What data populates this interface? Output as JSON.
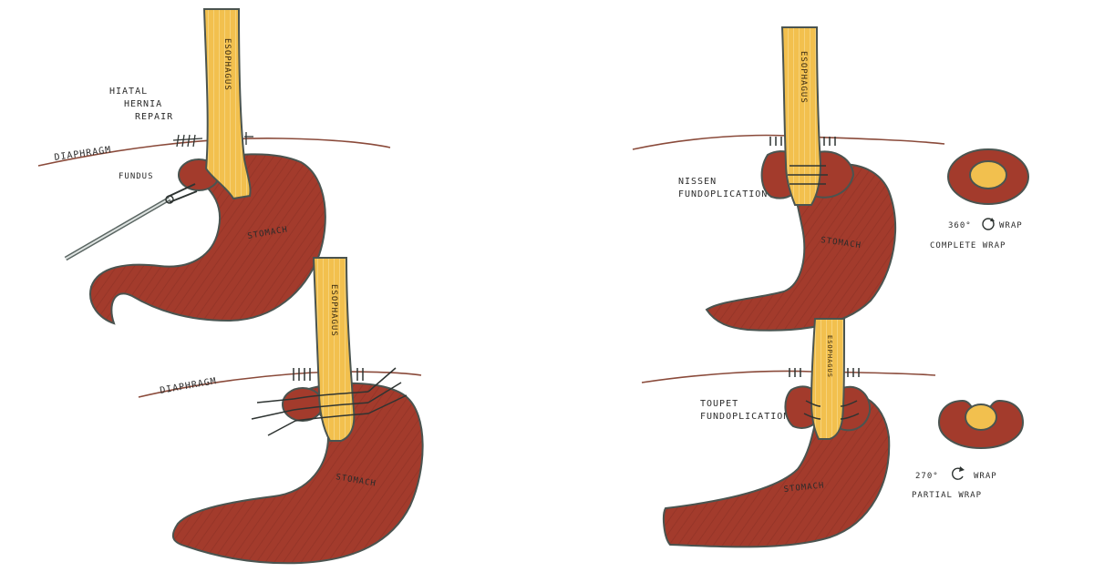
{
  "colors": {
    "stomach": "#a33b2c",
    "stomach_dark": "#7d2a1f",
    "stomach_light": "#b9493a",
    "esophagus": "#f2c04e",
    "esophagus_light": "#f8de96",
    "diaphragm": "#8a4a3a",
    "outline": "#4a5450",
    "suture": "#2e3432",
    "instrument": "#5b6663"
  },
  "icons": [
    "rotate-arrow-icon"
  ],
  "labels": {
    "title": [
      "HIATAL",
      "HERNIA",
      "REPAIR"
    ],
    "diaphragm_top": "DIAPHRAGM",
    "diaphragm_bottom": "DIAPHRAGM",
    "fundus": "FUNDUS",
    "esophagus_1": "ESOPHAGUS",
    "esophagus_2": "ESOPHAGUS",
    "esophagus_3": "ESOPHAGUS",
    "esophagus_4": "ESOPHAGUS",
    "stomach_1": "STOMACH",
    "stomach_2": "STOMACH",
    "stomach_3": "STOMACH",
    "stomach_4": "STOMACH",
    "nissen": [
      "NISSEN",
      "FUNDOPLICATION"
    ],
    "toupet": [
      "TOUPET",
      "FUNDOPLICATION"
    ],
    "nissen_degrees": "360°",
    "nissen_wrap": "WRAP",
    "nissen_caption": "COMPLETE WRAP",
    "toupet_degrees": "270°",
    "toupet_wrap": "WRAP",
    "toupet_caption": "PARTIAL WRAP"
  }
}
